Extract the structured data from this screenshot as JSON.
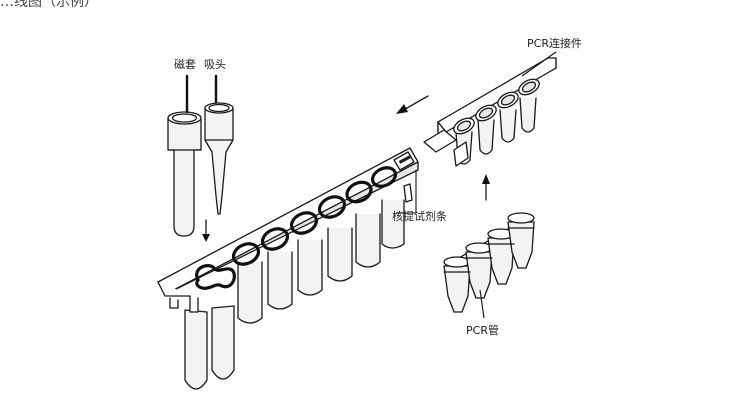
{
  "header_fragment": "…线图（示例）",
  "labels": {
    "magnetic_sleeve": "磁套",
    "pipette_tip": "吸头",
    "pcr_connector": "PCR连接件",
    "extraction_strip": "核提试剂条",
    "pcr_tube": "PCR管"
  },
  "colors": {
    "stroke": "#1a1a1a",
    "fill": "#ffffff",
    "shade": "#f3f3f3"
  }
}
